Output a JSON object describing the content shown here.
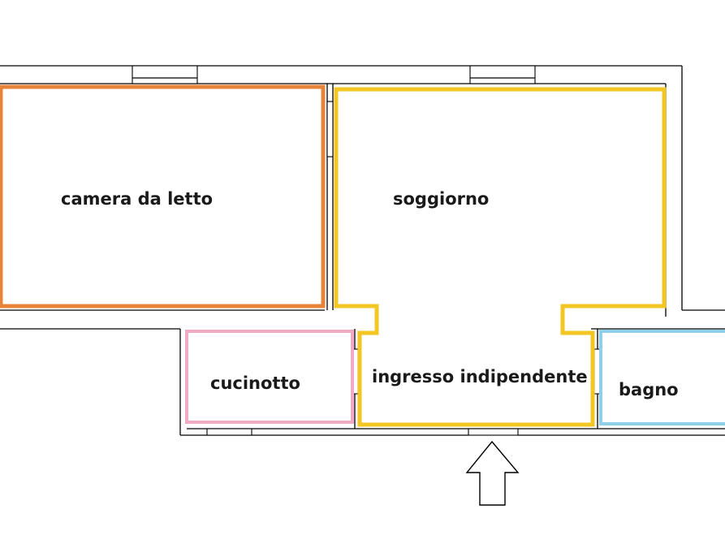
{
  "rooms": {
    "camera": {
      "label": "camera da letto",
      "color": "#e8843a"
    },
    "soggiorno": {
      "label": "soggiorno",
      "color": "#f2c623"
    },
    "ingresso": {
      "label": "ingresso indipendente",
      "color": "#f2c623"
    },
    "cucinotto": {
      "label": "cucinotto",
      "color": "#f0aac4"
    },
    "bagno": {
      "label": "bagno",
      "color": "#8fd0e8"
    }
  },
  "entrance_marker": {
    "icon": "entrance-arrow-icon"
  }
}
